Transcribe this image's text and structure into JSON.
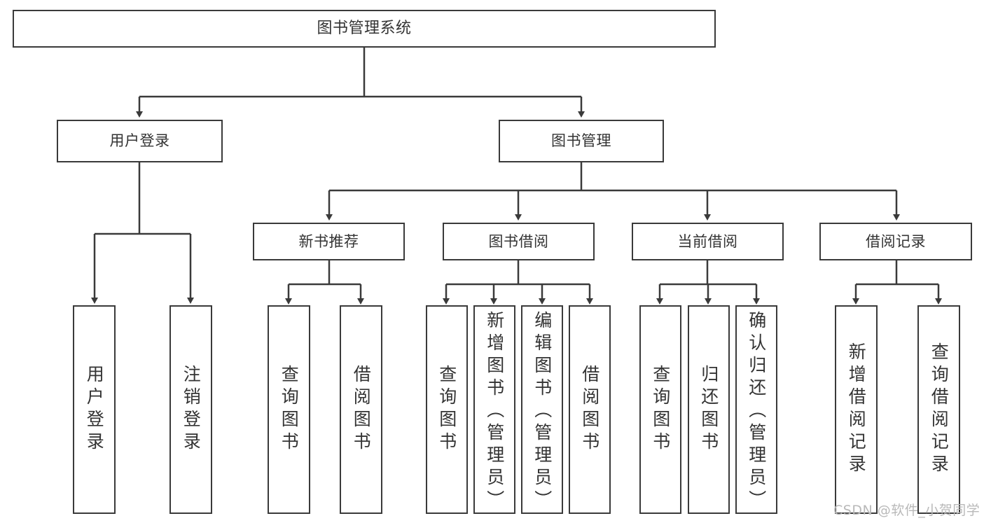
{
  "diagram": {
    "title": "图书管理系统",
    "type": "hierarchy-tree",
    "watermark": "CSDN @软件_小贺同学",
    "colors": {
      "stroke": "#3a3a3a",
      "text": "#333333",
      "background": "#ffffff",
      "watermark": "#b9b9b9"
    },
    "levels": {
      "root": {
        "label": "图书管理系统"
      },
      "level2": [
        {
          "label": "用户登录"
        },
        {
          "label": "图书管理"
        }
      ],
      "level3": [
        {
          "label": "新书推荐"
        },
        {
          "label": "图书借阅"
        },
        {
          "label": "当前借阅"
        },
        {
          "label": "借阅记录"
        }
      ],
      "leaves": [
        {
          "label": "用户登录",
          "parent": "用户登录"
        },
        {
          "label": "注销登录",
          "parent": "用户登录"
        },
        {
          "label": "查询图书",
          "parent": "新书推荐"
        },
        {
          "label": "借阅图书",
          "parent": "新书推荐"
        },
        {
          "label": "查询图书",
          "parent": "图书借阅"
        },
        {
          "label": "新增图书（管理员）",
          "parent": "图书借阅"
        },
        {
          "label": "编辑图书（管理员）",
          "parent": "图书借阅"
        },
        {
          "label": "借阅图书",
          "parent": "图书借阅"
        },
        {
          "label": "查询图书",
          "parent": "当前借阅"
        },
        {
          "label": "归还图书",
          "parent": "当前借阅"
        },
        {
          "label": "确认归还（管理员）",
          "parent": "当前借阅"
        },
        {
          "label": "新增借阅记录",
          "parent": "借阅记录"
        },
        {
          "label": "查询借阅记录",
          "parent": "借阅记录"
        }
      ]
    }
  }
}
